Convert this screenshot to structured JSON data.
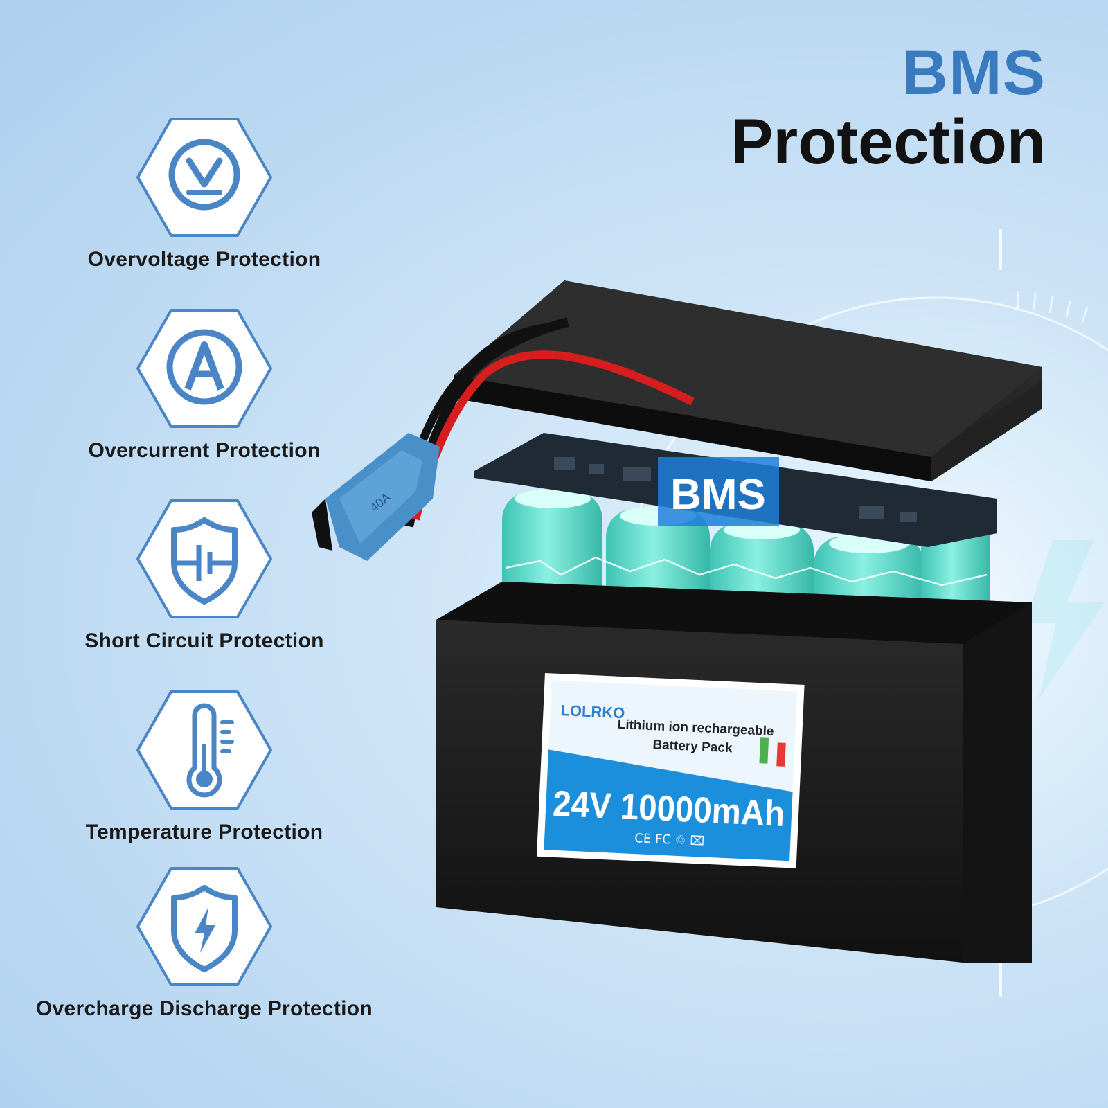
{
  "heading": {
    "line1": "BMS",
    "line2": "Protection"
  },
  "features": [
    {
      "label": "Overvoltage Protection",
      "icon": "voltage-icon"
    },
    {
      "label": "Overcurrent Protection",
      "icon": "ampere-icon"
    },
    {
      "label": "Short Circuit Protection",
      "icon": "shield-circuit-icon"
    },
    {
      "label": "Temperature Protection",
      "icon": "thermometer-icon"
    },
    {
      "label": "Overcharge Discharge Protection",
      "icon": "shield-bolt-icon"
    }
  ],
  "product": {
    "bms_tag": "BMS",
    "brand": "LOLRKO",
    "pack_line1": "Lithium ion rechargeable",
    "pack_line2": "Battery Pack",
    "rating": "24V 10000mAh",
    "cert_marks": "CE FC ♲ ⌧",
    "connector_text": "40A"
  },
  "colors": {
    "accent": "#3a7bc0",
    "hex_stroke": "#4a86c5",
    "cell": "#4fd6c6",
    "case": "#1a1a1a",
    "label_band": "#1c8fdc"
  }
}
